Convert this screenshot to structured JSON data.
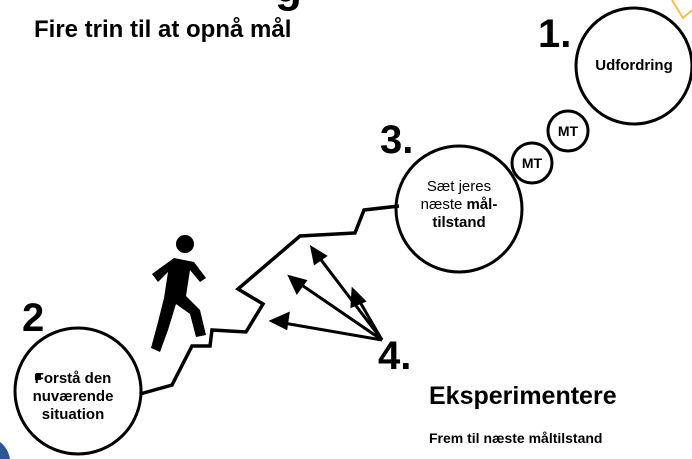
{
  "slide": {
    "title_partial": "g",
    "title": "Fire trin til at opnå mål",
    "steps": {
      "challenge": {
        "number": "1.",
        "label": "Udfordring"
      },
      "current": {
        "number": "2",
        "label_line1": "Forstå den",
        "label_line2": "nuværende",
        "label_line3": "situation"
      },
      "next_target": {
        "number": "3.",
        "label_line1": "Sæt jeres",
        "label_line2_plain": "næste ",
        "label_line2_bold": "mål-",
        "label_line3_bold": "tilstand"
      },
      "experiment": {
        "number": "4.",
        "heading": "Eksperimentere",
        "subtext": "Frem til næste måltilstand"
      }
    },
    "milestones": [
      "MT",
      "MT"
    ],
    "icons": [
      "runner-icon"
    ],
    "colors": {
      "accent": "#f2c14e",
      "corner": "#2f5597"
    }
  }
}
